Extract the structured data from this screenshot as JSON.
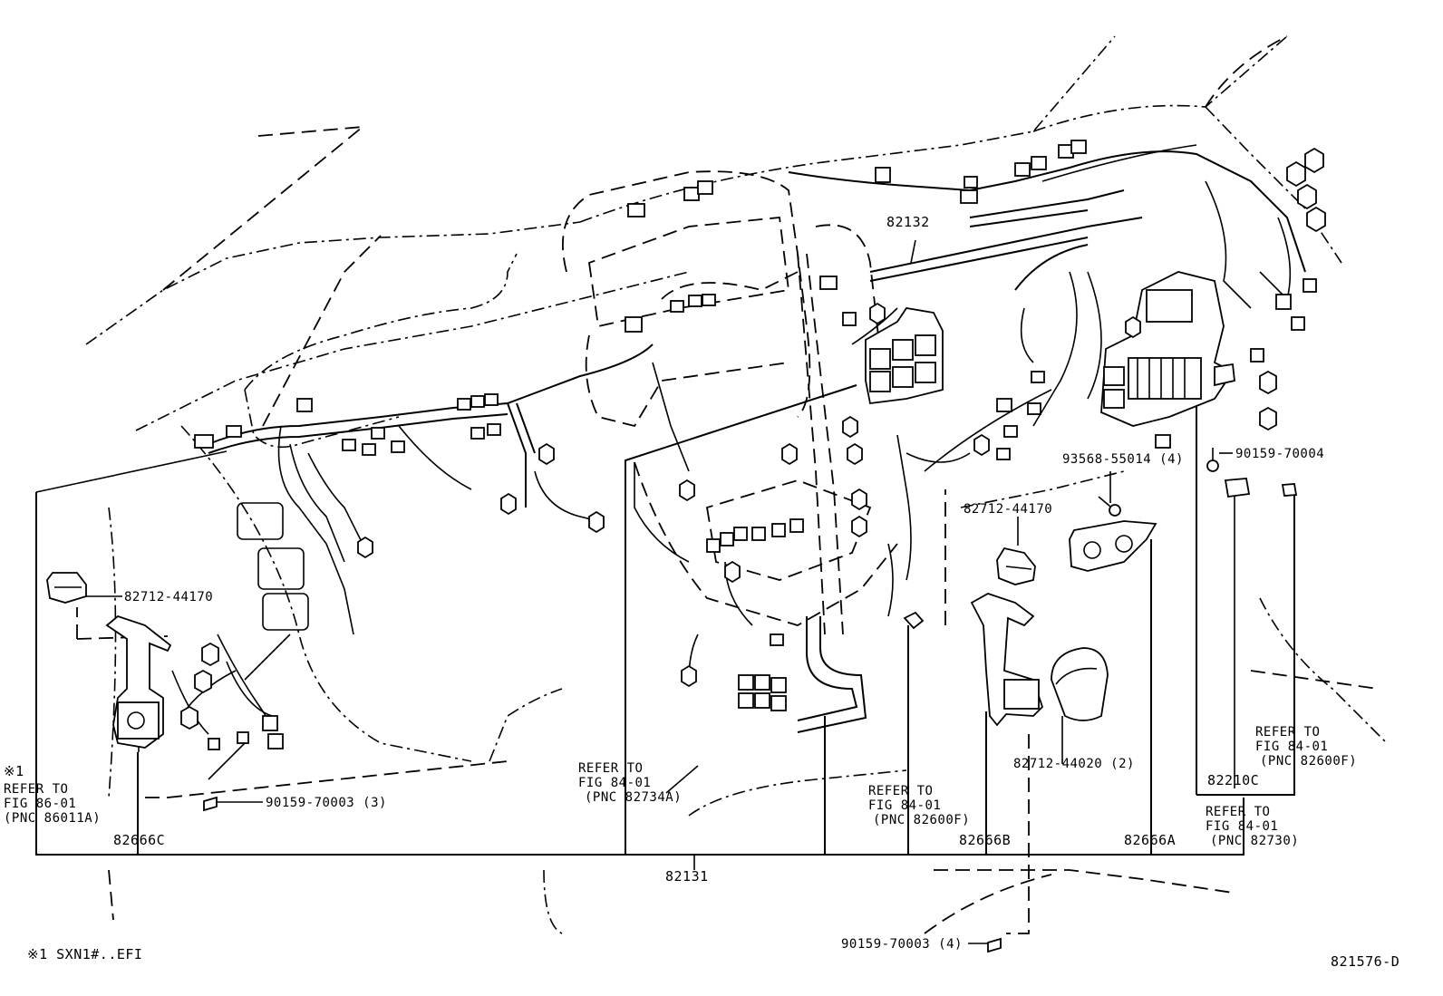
{
  "diagram": {
    "figure_code": "821576-D",
    "footnote": "※1 SXN1#..EFI",
    "callouts": [
      {
        "id": "82132",
        "text": "82132"
      },
      {
        "id": "82131",
        "text": "82131"
      },
      {
        "id": "82666C",
        "text": "82666C"
      },
      {
        "id": "82666B",
        "text": "82666B"
      },
      {
        "id": "82666A",
        "text": "82666A"
      },
      {
        "id": "82210C",
        "text": "82210C"
      },
      {
        "id": "82712-44170-left",
        "text": "82712-44170"
      },
      {
        "id": "82712-44170-right",
        "text": "82712-44170"
      },
      {
        "id": "82712-44020",
        "text": "82712-44020 (2)"
      },
      {
        "id": "93568-55014",
        "text": "93568-55014 (4)"
      },
      {
        "id": "90159-70004",
        "text": "90159-70004"
      },
      {
        "id": "90159-70003-3",
        "text": "90159-70003 (3)"
      },
      {
        "id": "90159-70003-4",
        "text": "90159-70003 (4)"
      }
    ],
    "references": [
      {
        "id": "ref-86011A",
        "lines": [
          "※1",
          "REFER TO",
          "FIG 86-01",
          "(PNC 86011A)"
        ]
      },
      {
        "id": "ref-82734A",
        "lines": [
          "REFER TO",
          "FIG 84-01",
          "(PNC 82734A)"
        ]
      },
      {
        "id": "ref-82600F-mid",
        "lines": [
          "REFER TO",
          "FIG 84-01",
          "(PNC 82600F)"
        ]
      },
      {
        "id": "ref-82600F-right",
        "lines": [
          "REFER TO",
          "FIG 84-01",
          "(PNC 82600F)"
        ]
      },
      {
        "id": "ref-82730",
        "lines": [
          "REFER TO",
          "FIG 84-01",
          "(PNC 82730)"
        ]
      }
    ]
  }
}
